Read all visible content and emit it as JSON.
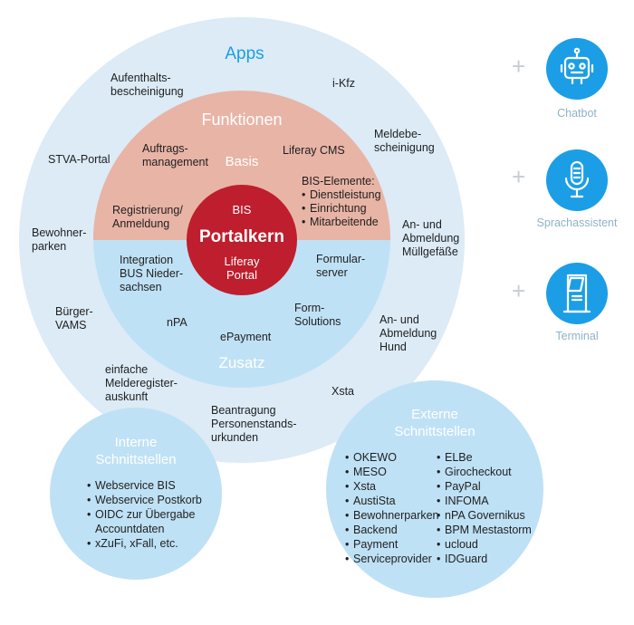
{
  "apps": {
    "title": "Apps",
    "items": [
      "Aufenthalts-\nbescheinigung",
      "i-Kfz",
      "STVA-Portal",
      "Meldebe-\nscheinigung",
      "Bewohner-\nparken",
      "An- und\nAbmeldung\nMüllgefäße",
      "Bürger-\nVAMS",
      "An- und\nAbmeldung\nHund",
      "einfache\nMelderegister-\nauskunft",
      "Xsta",
      "Beantragung\nPersonenstands-\nurkunden"
    ]
  },
  "funktionen": {
    "title": "Funktionen",
    "basis_label": "Basis",
    "items": [
      "Auftrags-\nmanagement",
      "Liferay CMS",
      "Registrierung/\nAnmeldung"
    ],
    "bis_elements_title": "BIS-Elemente:",
    "bis_elements": [
      "Dienstleistung",
      "Einrichtung",
      "Mitarbeitende"
    ]
  },
  "zusatz": {
    "title": "Zusatz",
    "items": [
      "Integration\nBUS Nieder-\nsachsen",
      "Formular-\nserver",
      "Form-\nSolutions",
      "nPA",
      "ePayment"
    ]
  },
  "core": {
    "top": "BIS",
    "title": "Portalkern",
    "bottom": "Liferay\nPortal"
  },
  "interne": {
    "title": "Interne\nSchnittstellen",
    "items": [
      "Webservice BIS",
      "Webservice Postkorb",
      "OIDC zur Übergabe\nAccountdaten",
      "xZuFi, xFall, etc."
    ]
  },
  "externe": {
    "title": "Externe\nSchnittstellen",
    "col1": [
      "OKEWO",
      "MESO",
      "Xsta",
      "AustiSta",
      "Bewohnerparken",
      "Backend",
      "Payment",
      "Serviceprovider"
    ],
    "col2": [
      "ELBe",
      "Girocheckout",
      "PayPal",
      "INFOMA",
      "nPA Governikus",
      "BPM Mestastorm",
      "ucloud",
      "IDGuard"
    ]
  },
  "side": [
    {
      "plus": "+",
      "icon": "robot-icon",
      "label": "Chatbot"
    },
    {
      "plus": "+",
      "icon": "microphone-icon",
      "label": "Sprachassistent"
    },
    {
      "plus": "+",
      "icon": "terminal-kiosk-icon",
      "label": "Terminal"
    }
  ],
  "colors": {
    "apps_ring": "#dcebf6",
    "funktionen": "#e8b4a6",
    "zusatz": "#bfe1f5",
    "core": "#be1e2d",
    "interfaces": "#bfe1f5",
    "apps_title": "#1c9ee6",
    "icon_bg": "#1c9ee6",
    "side_label": "#8eb2c6"
  }
}
